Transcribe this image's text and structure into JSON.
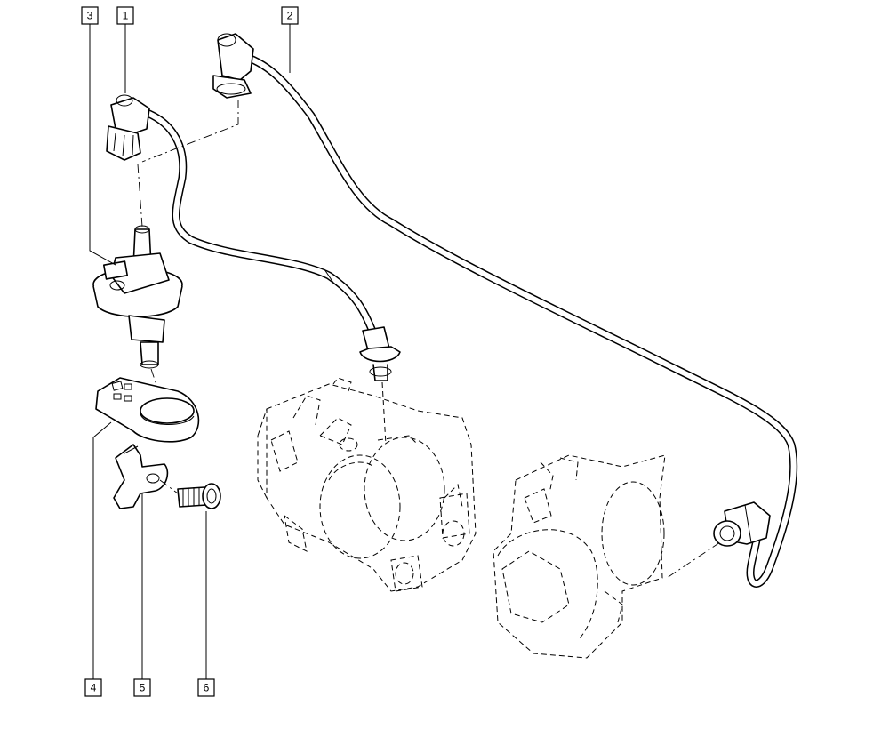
{
  "callouts": [
    {
      "id": "callout-1",
      "label": "1"
    },
    {
      "id": "callout-2",
      "label": "2"
    },
    {
      "id": "callout-3",
      "label": "3"
    },
    {
      "id": "callout-4",
      "label": "4"
    },
    {
      "id": "callout-5",
      "label": "5"
    },
    {
      "id": "callout-6",
      "label": "6"
    }
  ],
  "colors": {
    "line": "#000000",
    "background": "#ffffff"
  }
}
